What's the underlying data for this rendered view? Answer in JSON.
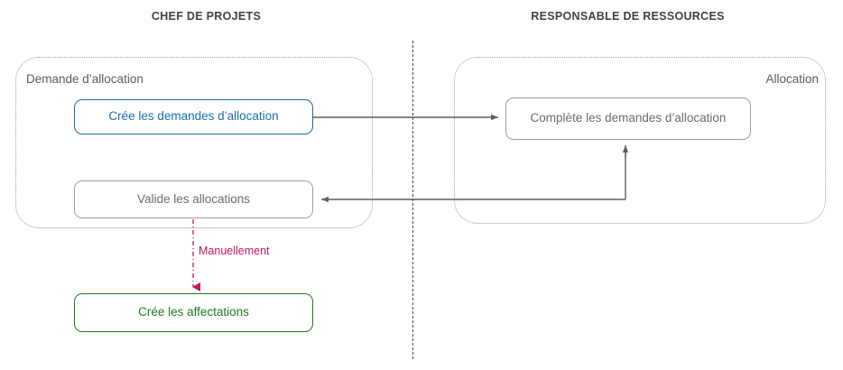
{
  "diagram": {
    "title_left": "CHEF DE PROJETS",
    "title_right": "RESPONSABLE DE RESSOURCES",
    "pools": [
      {
        "id": "demande",
        "label": "Demande d’allocation"
      },
      {
        "id": "allocation",
        "label": "Allocation"
      }
    ],
    "nodes": [
      {
        "id": "create-requests",
        "label": "Crée les demandes  d’allocation",
        "color": "#1b6fa8",
        "style": "blue"
      },
      {
        "id": "validate",
        "label": "Valide  les allocations",
        "color": "#6b6b6b",
        "style": "grey"
      },
      {
        "id": "create-assign",
        "label": "Crée les affectations",
        "color": "#1f7a1f",
        "style": "green"
      },
      {
        "id": "complete",
        "label": "Complète  les demandes d’allocation",
        "color": "#6b6b6b",
        "style": "grey"
      }
    ],
    "edges": [
      {
        "id": "create-to-complete",
        "from": "create-requests",
        "to": "complete",
        "label": "",
        "style": "solid",
        "color": "#5f5f5f"
      },
      {
        "id": "complete-to-validate",
        "from": "complete",
        "to": "validate",
        "label": "",
        "style": "solid",
        "color": "#5f5f5f"
      },
      {
        "id": "validate-to-assign",
        "from": "validate",
        "to": "create-assign",
        "label": "Manuellement",
        "style": "dash-dot",
        "color": "#c2185b"
      }
    ],
    "divider": {
      "orientation": "vertical",
      "style": "dashed",
      "color": "#4a4a4a"
    }
  }
}
